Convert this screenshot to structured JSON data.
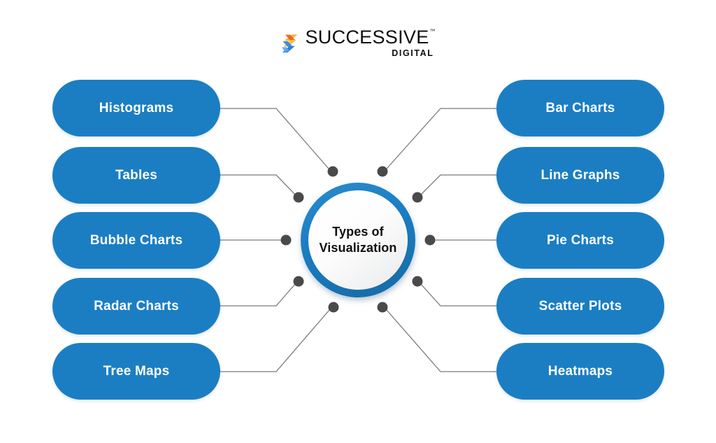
{
  "brand": {
    "name": "SUCCESSIVE",
    "trademark": "™",
    "sub": "DIGITAL",
    "mark_icon": "successive-chevron-logo-icon",
    "mark_color_primary": "#f5a623",
    "mark_color_secondary": "#2b7fd4",
    "mark_color_accent": "#f05a28"
  },
  "center": {
    "title": "Types of\nVisualization",
    "ring_color": "#1b7ec3",
    "inner_color": "#ffffff"
  },
  "theme": {
    "pill_color": "#1b7ec3",
    "pill_text_color": "#ffffff",
    "connector_color": "#7a7a7a",
    "dot_color": "#4a4a4a",
    "background": "#ffffff"
  },
  "left_nodes": [
    {
      "label": "Histograms"
    },
    {
      "label": "Tables"
    },
    {
      "label": "Bubble Charts"
    },
    {
      "label": "Radar Charts"
    },
    {
      "label": "Tree Maps"
    }
  ],
  "right_nodes": [
    {
      "label": "Bar Charts"
    },
    {
      "label": "Line Graphs"
    },
    {
      "label": "Pie Charts"
    },
    {
      "label": "Scatter Plots"
    },
    {
      "label": "Heatmaps"
    }
  ]
}
